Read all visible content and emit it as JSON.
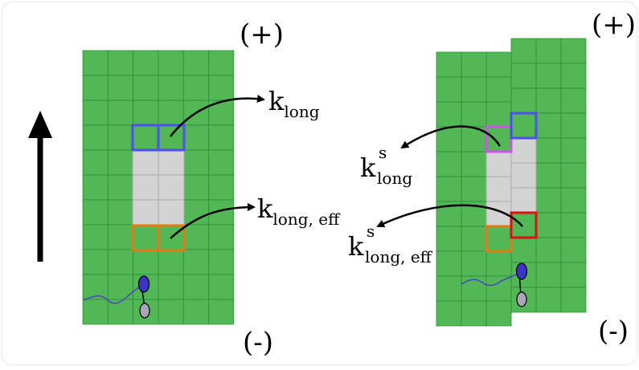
{
  "left_panel": {
    "plus_end_label": "(+)",
    "minus_end_label": "(-)",
    "rate_long": {
      "base": "k",
      "sub": "long"
    },
    "rate_long_eff": {
      "base": "k",
      "sub": "long, eff"
    }
  },
  "right_panel": {
    "plus_end_label": "(+)",
    "minus_end_label": "(-)",
    "rate_long_s": {
      "base": "k",
      "sup": "s",
      "sub": "long"
    },
    "rate_long_eff_s": {
      "base": "k",
      "sup": "s",
      "sub": "long, eff"
    }
  },
  "colors": {
    "lattice_green": "#52b855",
    "gap_gray": "#d3d3d3",
    "blue_outline": "#4f4ff0",
    "orange_outline": "#e07a18",
    "magenta_outline": "#cc55e8",
    "red_outline": "#dd1111",
    "motor_blue": "#3a33c6",
    "motor_gray": "#a9a6b8"
  }
}
